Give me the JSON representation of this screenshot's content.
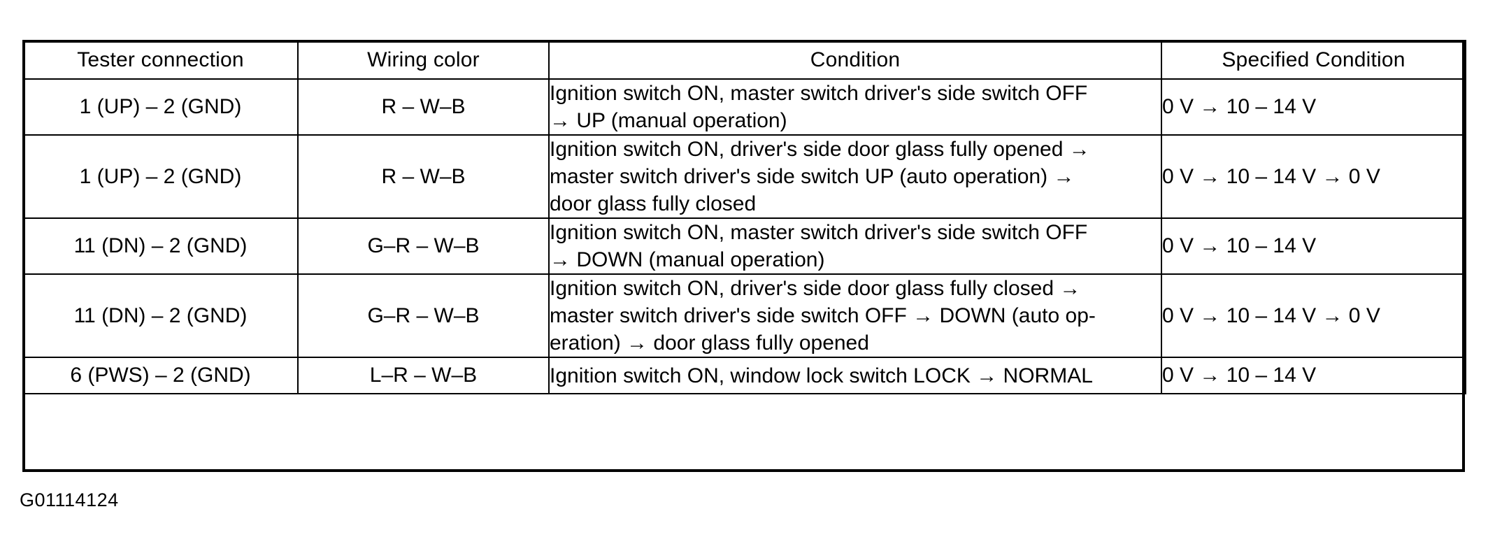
{
  "table": {
    "headers": [
      "Tester connection",
      "Wiring color",
      "Condition",
      "Specified Condition"
    ],
    "rows": [
      {
        "tester_connection": "1 (UP) – 2 (GND)",
        "wiring_color": "R – W–B",
        "condition_lines": [
          "Ignition switch ON, master switch driver's side switch OFF",
          "→ UP (manual operation)"
        ],
        "specified_condition": "0 V → 10 – 14 V"
      },
      {
        "tester_connection": "1 (UP) – 2 (GND)",
        "wiring_color": "R – W–B",
        "condition_lines": [
          "Ignition switch ON, driver's side door glass fully opened →",
          "master switch driver's side switch UP (auto operation) →",
          "door glass fully closed"
        ],
        "specified_condition": "0 V → 10 – 14 V → 0 V"
      },
      {
        "tester_connection": "11 (DN) – 2 (GND)",
        "wiring_color": "G–R – W–B",
        "condition_lines": [
          "Ignition switch ON, master switch driver's side switch OFF",
          "→ DOWN (manual operation)"
        ],
        "specified_condition": "0 V → 10 – 14 V"
      },
      {
        "tester_connection": "11 (DN) – 2 (GND)",
        "wiring_color": "G–R – W–B",
        "condition_lines": [
          "Ignition switch ON, driver's side door glass fully closed →",
          "master switch driver's side switch OFF → DOWN (auto op-",
          "eration) → door glass fully opened"
        ],
        "specified_condition": "0 V → 10 – 14 V → 0 V"
      },
      {
        "tester_connection": "6 (PWS) – 2 (GND)",
        "wiring_color": "L–R – W–B",
        "condition_lines": [
          "Ignition switch ON, window lock switch LOCK → NORMAL"
        ],
        "specified_condition": "0 V → 10 – 14 V"
      }
    ]
  },
  "caption": "G01114124"
}
